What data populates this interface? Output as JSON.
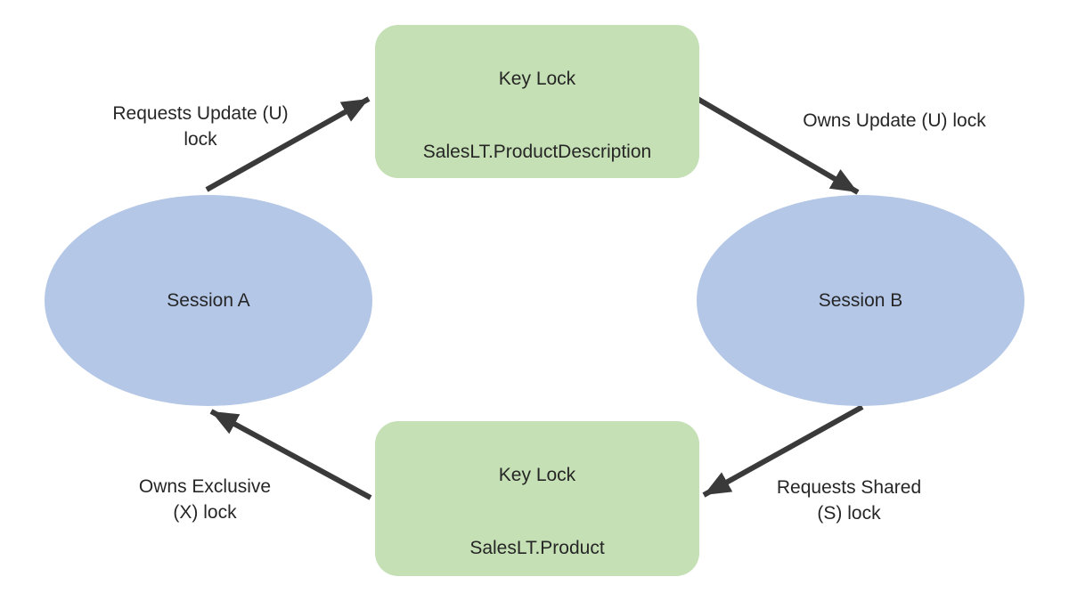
{
  "colors": {
    "lock_box_fill": "#c5e0b4",
    "session_fill": "#b4c7e7",
    "arrow": "#3a3a3a",
    "text": "#262626",
    "background": "#ffffff"
  },
  "nodes": {
    "lock_top": {
      "title": "Key Lock",
      "resource": "SalesLT.ProductDescription"
    },
    "lock_bottom": {
      "title": "Key Lock",
      "resource": "SalesLT.Product"
    },
    "session_a": {
      "label": "Session A"
    },
    "session_b": {
      "label": "Session B"
    }
  },
  "edges": {
    "a_requests_update": {
      "label": "Requests Update (U)\nlock",
      "from": "session_a",
      "to": "lock_top"
    },
    "b_owns_update": {
      "label": "Owns Update (U) lock",
      "from": "lock_top",
      "to": "session_b"
    },
    "b_requests_shared": {
      "label": "Requests Shared\n(S) lock",
      "from": "session_b",
      "to": "lock_bottom"
    },
    "a_owns_exclusive": {
      "label": "Owns Exclusive\n(X) lock",
      "from": "lock_bottom",
      "to": "session_a"
    }
  }
}
